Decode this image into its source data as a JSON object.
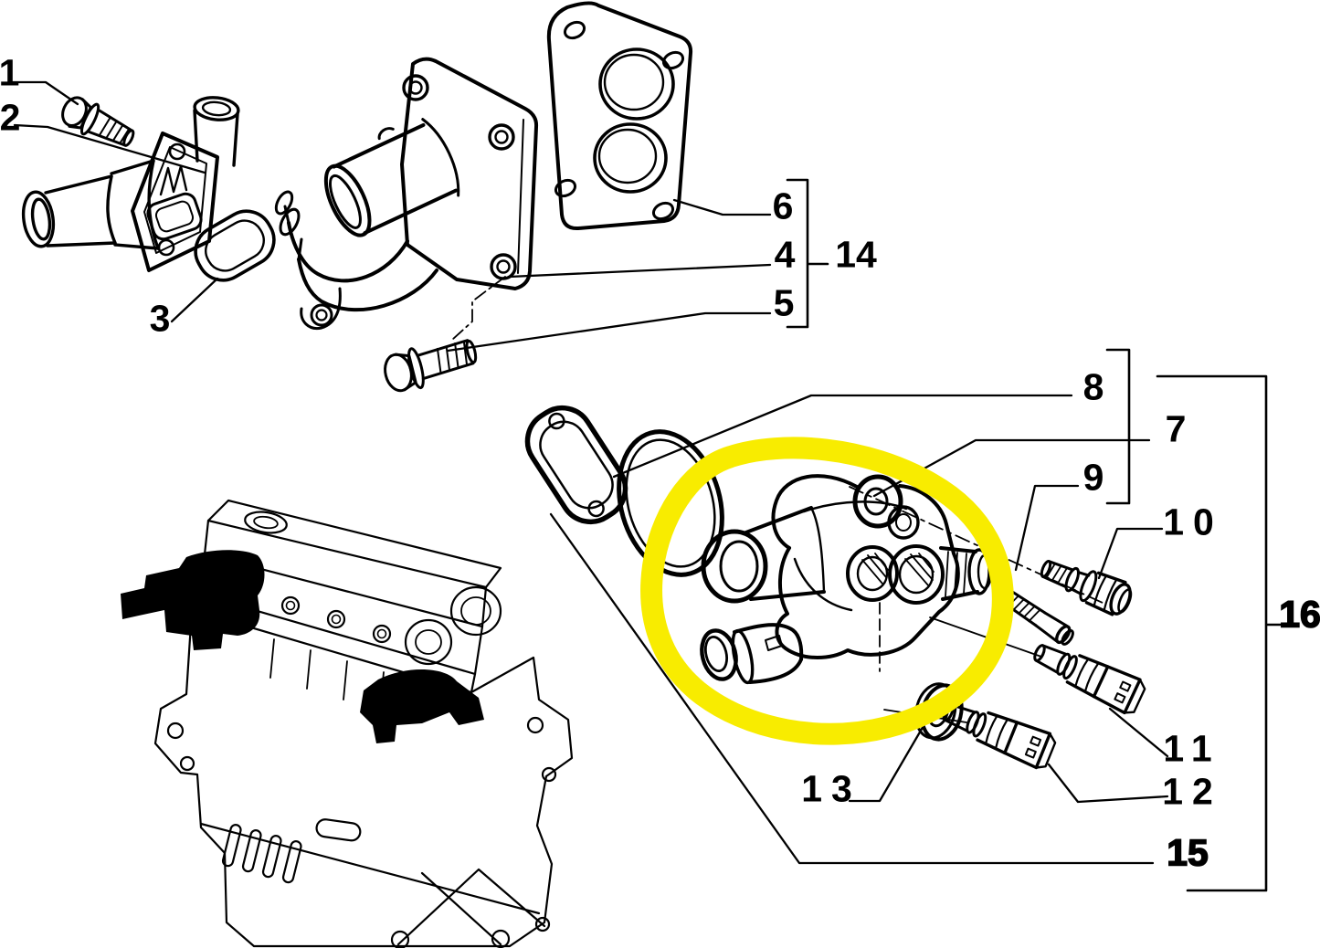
{
  "diagram": {
    "background_color": "#ffffff",
    "line_color": "#000000",
    "highlight_color": "#f8ec00",
    "part_labels": {
      "p1": "1",
      "p2": "2",
      "p3": "3",
      "p4": "4",
      "p5": "5",
      "p6": "6",
      "p7": "7",
      "p8": "8",
      "p9": "9",
      "p10": "10",
      "p11": "11",
      "p12": "12",
      "p13": "13",
      "p14": "14",
      "p15": "15",
      "p16": "16"
    }
  }
}
